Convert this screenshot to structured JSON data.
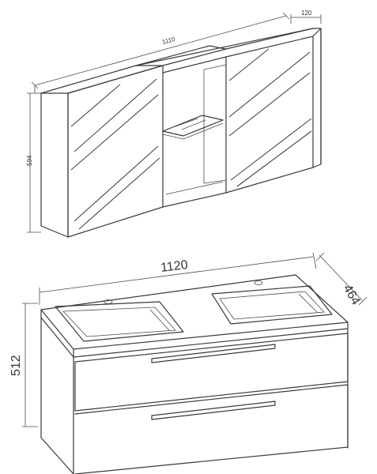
{
  "cabinet": {
    "width": "1110",
    "depth": "120",
    "height": "594"
  },
  "vanity": {
    "width": "1120",
    "depth": "464",
    "height": "512"
  }
}
